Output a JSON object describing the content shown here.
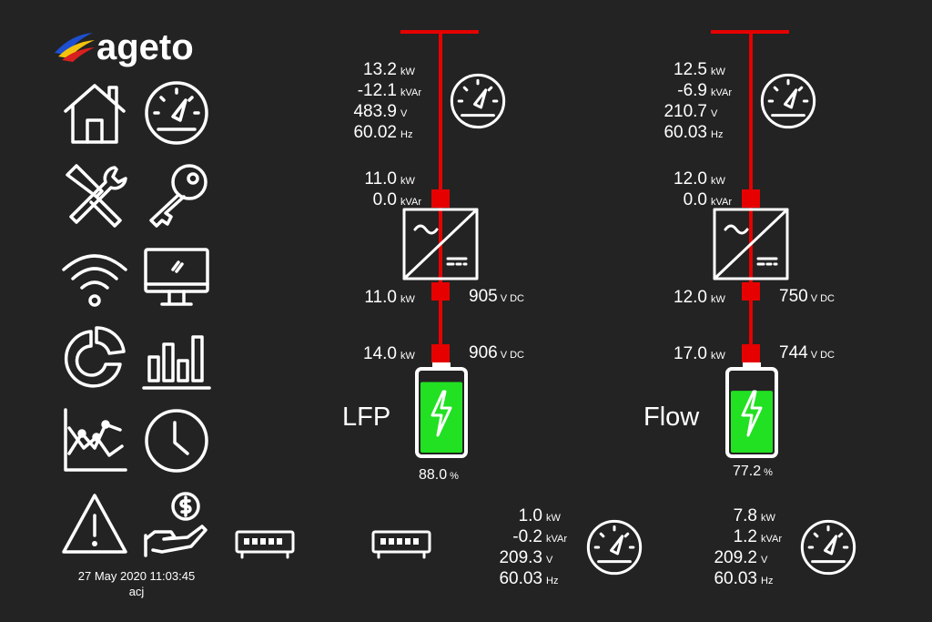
{
  "brand": {
    "name": "ageto"
  },
  "nav": [
    {
      "id": "home",
      "icon": "home-icon"
    },
    {
      "id": "meter",
      "icon": "gauge-icon"
    },
    {
      "id": "tools",
      "icon": "tools-icon"
    },
    {
      "id": "key",
      "icon": "key-icon"
    },
    {
      "id": "wifi",
      "icon": "wifi-icon"
    },
    {
      "id": "monitor",
      "icon": "monitor-icon"
    },
    {
      "id": "pie",
      "icon": "pie-chart-icon"
    },
    {
      "id": "bars",
      "icon": "bar-chart-icon"
    },
    {
      "id": "trend",
      "icon": "line-chart-icon"
    },
    {
      "id": "clock",
      "icon": "clock-icon"
    },
    {
      "id": "alarm",
      "icon": "warning-icon"
    },
    {
      "id": "money",
      "icon": "money-hand-icon"
    }
  ],
  "footer": {
    "datetime": "27 May 2020 11:03:45",
    "user": "acj"
  },
  "colors": {
    "bus": "#e60000",
    "battery": "#22e022",
    "background": "#232323"
  },
  "systems": [
    {
      "grid": {
        "kw": "13.2",
        "kvar": "-12.1",
        "v": "483.9",
        "hz": "60.02"
      },
      "inverter_ac": {
        "kw": "11.0",
        "kvar": "0.0"
      },
      "inverter_dc": {
        "kw": "11.0",
        "vdc": "905"
      },
      "battery_dc": {
        "kw": "14.0",
        "vdc": "906"
      },
      "battery": {
        "name": "LFP",
        "soc": "88.0",
        "soc_fraction": 0.88
      }
    },
    {
      "grid": {
        "kw": "12.5",
        "kvar": "-6.9",
        "v": "210.7",
        "hz": "60.03"
      },
      "inverter_ac": {
        "kw": "12.0",
        "kvar": "0.0"
      },
      "inverter_dc": {
        "kw": "12.0",
        "vdc": "750"
      },
      "battery_dc": {
        "kw": "17.0",
        "vdc": "744"
      },
      "battery": {
        "name": "Flow",
        "soc": "77.2",
        "soc_fraction": 0.772
      }
    }
  ],
  "meters_bottom": [
    {
      "kw": "1.0",
      "kvar": "-0.2",
      "v": "209.3",
      "hz": "60.03"
    },
    {
      "kw": "7.8",
      "kvar": "1.2",
      "v": "209.2",
      "hz": "60.03"
    }
  ],
  "units": {
    "kw": "kW",
    "kvar": "kVAr",
    "v": "V",
    "hz": "Hz",
    "vdc": "V DC",
    "pct": "%"
  }
}
